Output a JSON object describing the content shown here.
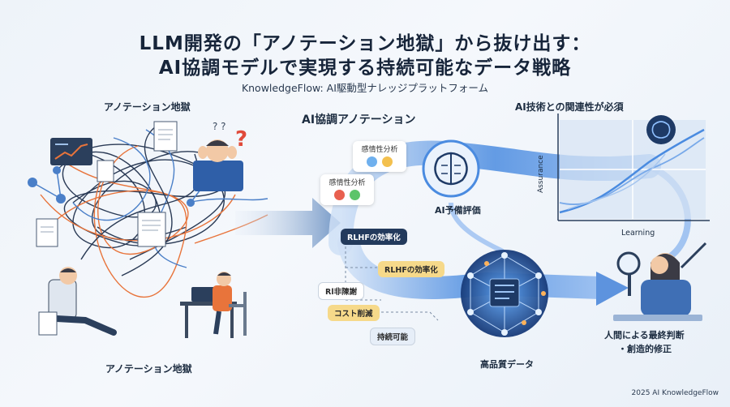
{
  "header": {
    "title_line1": "LLM開発の「アノテーション地獄」から抜け出す：",
    "title_line2": "AI協調モデルで実現する持続可能なデータ戦略",
    "subtitle": "KnowledgeFlow: AI駆動型ナレッジプラットフォーム"
  },
  "left": {
    "top_label": "アノテーション地獄",
    "bottom_label": "アノテーション地獄"
  },
  "center": {
    "label": "AI協調アノテーション",
    "cards": [
      {
        "title": "感情性分析"
      },
      {
        "title": "感情性分析"
      }
    ],
    "pills": {
      "rlhf_dark": "RLHFの効率化",
      "rlhf_yellow": "RLHFの効率化",
      "rl_blur": "Rl非陳謝",
      "cost": "コスト削減",
      "sustain": "持続可能"
    },
    "ai_eval": "AI予備評価",
    "high_quality": "高品質データ"
  },
  "right": {
    "label": "AI技術との関連性が必須",
    "axis_y": "Assurance",
    "axis_x": "Learning",
    "human_line1": "人間による最終判断",
    "human_line2": "・創造的修正"
  },
  "footer": "2025 AI KnowledgeFlow",
  "colors": {
    "flow_blue": "#3f7fd9",
    "brain_navy": "#1e3a66",
    "orange": "#e8743b",
    "yellow_pill": "#f6d98a",
    "dark_pill": "#233a5c"
  }
}
